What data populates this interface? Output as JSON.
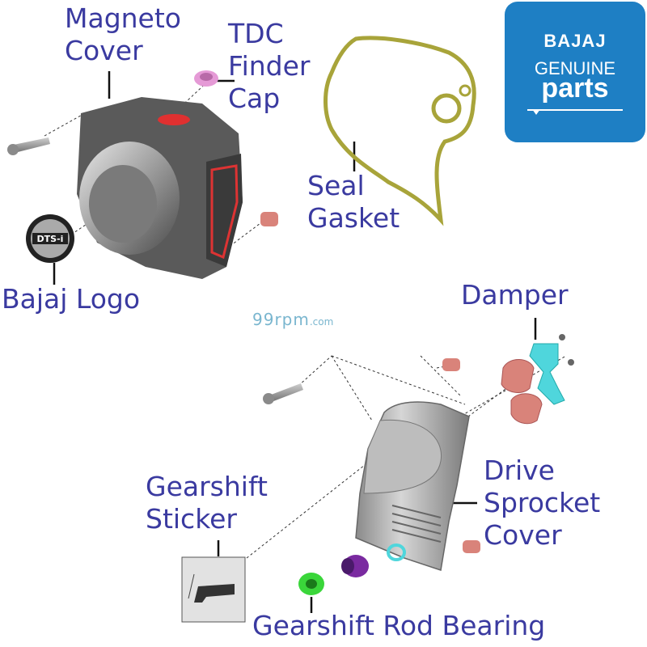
{
  "labels": {
    "magneto_cover": [
      "Magneto",
      "Cover"
    ],
    "tdc_finder_cap": [
      "TDC",
      "Finder",
      "Cap"
    ],
    "seal_gasket": [
      "Seal",
      "Gasket"
    ],
    "bajaj_logo": "Bajaj Logo",
    "damper": "Damper",
    "gearshift_sticker": [
      "Gearshift",
      "Sticker"
    ],
    "drive_sprocket_cover": [
      "Drive",
      "Sprocket",
      "Cover"
    ],
    "gearshift_rod_bearing": "Gearshift Rod Bearing"
  },
  "watermark": {
    "main": "99rpm",
    "suffix": ".com"
  },
  "brand_logo": {
    "brand": "BAJAJ",
    "line1": "GENUINE",
    "line2": "parts"
  },
  "badge_text": "DTS-i",
  "colors": {
    "label_text": "#3a3aa0",
    "logo_background": "#1e7fc4",
    "gasket": "#a8a43a",
    "damper": "#4fd6dc",
    "rubber_pads": "#d9837a",
    "tdc_cap": "#e59ad6",
    "rod_bearing": "#3ad63a",
    "purple_bush": "#7a2aa0"
  }
}
